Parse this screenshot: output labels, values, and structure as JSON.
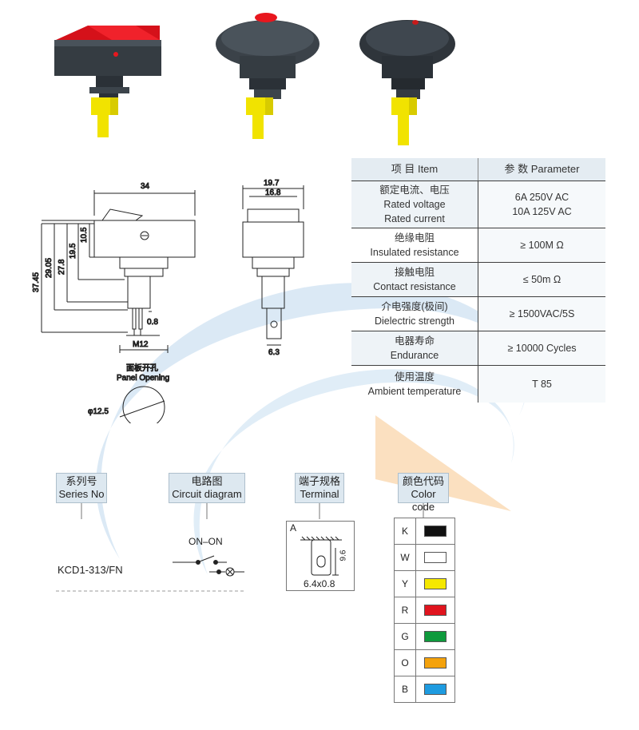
{
  "spec_table": {
    "header": {
      "item": "项 目   Item",
      "parameter": "参 数   Parameter"
    },
    "rows": [
      {
        "item_cn": "额定电流、电压",
        "item_en": "Rated voltage",
        "item_en2": "Rated current",
        "value": "6A   250V AC",
        "value2": "10A 125V AC"
      },
      {
        "item_cn": "绝缘电阻",
        "item_en": "Insulated resistance",
        "value": "≥ 100M Ω"
      },
      {
        "item_cn": "接触电阻",
        "item_en": "Contact resistance",
        "value": "≤ 50m Ω"
      },
      {
        "item_cn": "介电强度(极间)",
        "item_en": "Dielectric strength",
        "value": "≥ 1500VAC/5S"
      },
      {
        "item_cn": "电器寿命",
        "item_en": "Endurance",
        "value": "≥ 10000 Cycles"
      },
      {
        "item_cn": "使用温度",
        "item_en": "Ambient temperature",
        "value": "T 85"
      }
    ]
  },
  "drawing": {
    "dims": {
      "width_34": "34",
      "h_10_5": "10.5",
      "h_19_5": "19.5",
      "h_27_8": "27.8",
      "h_29_05": "29.05",
      "h_37_45": "37.45",
      "pin_0_8": "0.8",
      "thread_m12": "M12",
      "w_19_7": "19.7",
      "w_16_8": "16.8",
      "tab_6_3": "6.3"
    },
    "panel_opening_cn": "面板开孔",
    "panel_opening_en": "Panel Opening",
    "panel_diameter": "φ12.5"
  },
  "sections": {
    "series": {
      "cn": "系列号",
      "en": "Series No",
      "value": "KCD1-313/FN"
    },
    "circuit": {
      "cn": "电路图",
      "en": "Circuit diagram",
      "value": "ON–ON"
    },
    "terminal": {
      "cn": "端子规格",
      "en": "Terminal",
      "label": "A",
      "dim": "9.6",
      "size": "6.4x0.8"
    },
    "color": {
      "cn": "颜色代码",
      "en": "Color code"
    }
  },
  "color_codes": [
    {
      "code": "K",
      "color": "#111111"
    },
    {
      "code": "W",
      "color": "#ffffff"
    },
    {
      "code": "Y",
      "color": "#f5e800"
    },
    {
      "code": "R",
      "color": "#e0141e"
    },
    {
      "code": "G",
      "color": "#0e9a3c"
    },
    {
      "code": "O",
      "color": "#f4a20c"
    },
    {
      "code": "B",
      "color": "#1e9be0"
    }
  ],
  "colors": {
    "switch_body": "#353c42",
    "lamp_red": "#e8171e",
    "terminal_yellow": "#f1e300",
    "table_header": "#e4ecf2",
    "watermark_blue": "#c9deef",
    "watermark_orange": "#f8d3a4"
  }
}
